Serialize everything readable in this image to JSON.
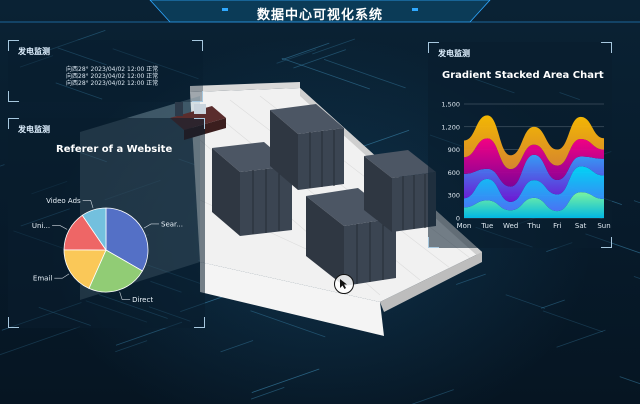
{
  "header": {
    "title": "数据中心可视化系统"
  },
  "panels": {
    "top_left": {
      "title": "发电监测",
      "status_rows": [
        "向西28° 2023/04/02 12:00 正常",
        "向西28° 2023/04/02 12:00 正常",
        "向西28° 2023/04/02 12:00 正常"
      ]
    },
    "bottom_left": {
      "title": "发电监测"
    },
    "right": {
      "title": "发电监测"
    }
  },
  "colors": {
    "accent_blue": "#2fa8ff",
    "panel_border": "#a7c8df",
    "server_rack": "#3a4452",
    "floor": "#f0f0f0"
  },
  "chart_data": [
    {
      "type": "pie",
      "title": "Referer of a Website",
      "labels": [
        "Sear...",
        "Direct",
        "Email",
        "Uni...",
        "Video Ads"
      ],
      "values": [
        1048,
        735,
        580,
        484,
        300
      ],
      "colors": [
        "#5470c6",
        "#91cc75",
        "#fac858",
        "#ee6666",
        "#73c0de"
      ]
    },
    {
      "type": "area",
      "title": "Gradient Stacked Area Chart",
      "categories": [
        "Mon",
        "Tue",
        "Wed",
        "Thu",
        "Fri",
        "Sat",
        "Sun"
      ],
      "ylim": [
        0,
        1500
      ],
      "yticks": [
        "1,500",
        "1,200",
        "900",
        "600",
        "300",
        "0"
      ],
      "series": [
        {
          "values": [
            140,
            232,
            101,
            264,
            90,
            340,
            250
          ],
          "colors": [
            "#80ffa5",
            "#01bfec"
          ]
        },
        {
          "values": [
            120,
            282,
            111,
            234,
            220,
            340,
            310
          ],
          "colors": [
            "#00ddff",
            "#4d77ff"
          ]
        },
        {
          "values": [
            320,
            132,
            201,
            334,
            190,
            130,
            220
          ],
          "colors": [
            "#37a2ff",
            "#7415db"
          ]
        },
        {
          "values": [
            220,
            402,
            231,
            134,
            190,
            230,
            120
          ],
          "colors": [
            "#ff0087",
            "#87009d"
          ]
        },
        {
          "values": [
            220,
            302,
            181,
            234,
            210,
            290,
            150
          ],
          "colors": [
            "#ffbf00",
            "#e08a2f"
          ]
        }
      ]
    }
  ]
}
